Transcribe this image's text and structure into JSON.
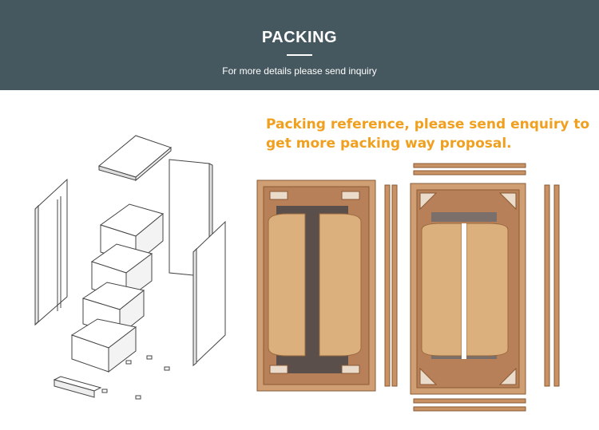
{
  "header": {
    "title": "PACKING",
    "subtitle": "For more details please send inquiry",
    "background_color": "#45585f"
  },
  "reference": {
    "line1": "Packing reference, please send enquiry to",
    "line2": "get more packing way proposal.",
    "color": "#f0a01e"
  },
  "illustrations": {
    "exploded_cabinet": "exploded-drawer-cabinet-drawing",
    "packed_front": "carton-packing-view-front",
    "packed_back": "carton-packing-view-open"
  }
}
